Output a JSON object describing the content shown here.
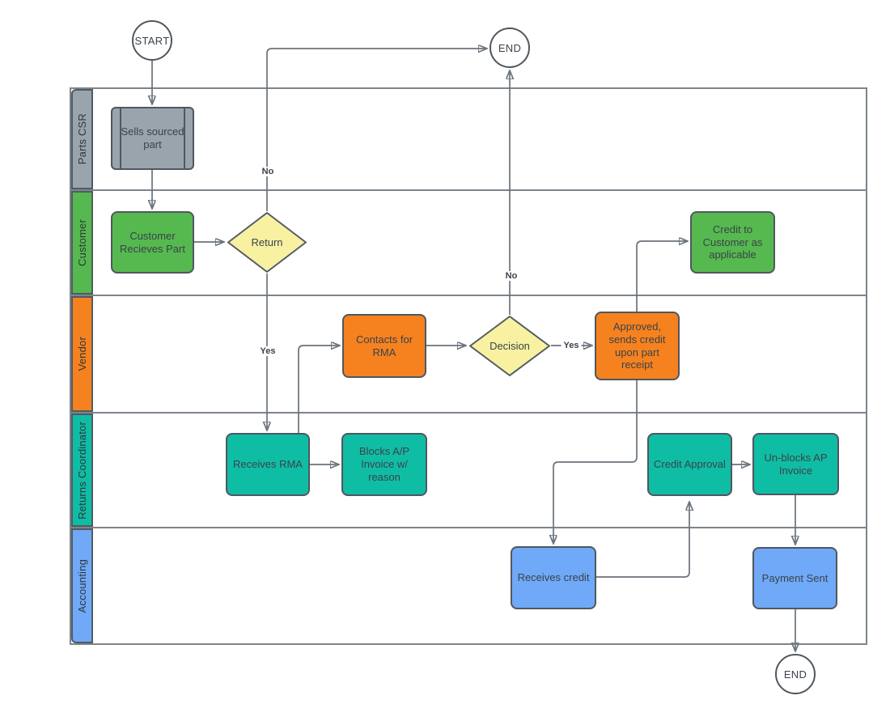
{
  "flowchart": {
    "terminators": {
      "start": "START",
      "end_top": "END",
      "end_bottom": "END"
    },
    "lanes": [
      {
        "label": "Parts CSR",
        "color": "#9aa4ad"
      },
      {
        "label": "Customer",
        "color": "#56b94f"
      },
      {
        "label": "Vendor",
        "color": "#f6821f"
      },
      {
        "label": "Returns Coordinator",
        "color": "#0fbda4"
      },
      {
        "label": "Accounting",
        "color": "#6fa9f7"
      }
    ],
    "nodes": {
      "sells_sourced_part": {
        "label": "Sells sourced part",
        "lane": "Parts CSR",
        "shape": "predefined-process",
        "color": "#9aa4ad"
      },
      "customer_receives_part": {
        "label": "Customer Recieves Part",
        "lane": "Customer",
        "shape": "process",
        "color": "#56b94f"
      },
      "return_decision": {
        "label": "Return",
        "lane": "Customer",
        "shape": "decision",
        "color": "#f7f1a1"
      },
      "contacts_for_rma": {
        "label": "Contacts for RMA",
        "lane": "Vendor",
        "shape": "process",
        "color": "#f6821f"
      },
      "decision": {
        "label": "Decision",
        "lane": "Vendor",
        "shape": "decision",
        "color": "#f7f1a1"
      },
      "approved_sends_credit": {
        "label": "Approved, sends credit upon part receipt",
        "lane": "Vendor",
        "shape": "process",
        "color": "#f6821f"
      },
      "credit_to_customer": {
        "label": "Credit to Customer as applicable",
        "lane": "Customer",
        "shape": "process",
        "color": "#56b94f"
      },
      "receives_rma": {
        "label": "Receives RMA",
        "lane": "Returns Coordinator",
        "shape": "process",
        "color": "#0fbda4"
      },
      "blocks_ap_invoice": {
        "label": "Blocks A/P Invoice w/ reason",
        "lane": "Returns Coordinator",
        "shape": "process",
        "color": "#0fbda4"
      },
      "credit_approval": {
        "label": "Credit Approval",
        "lane": "Returns Coordinator",
        "shape": "process",
        "color": "#0fbda4"
      },
      "unblocks_ap_invoice": {
        "label": "Un-blocks AP Invoice",
        "lane": "Returns Coordinator",
        "shape": "process",
        "color": "#0fbda4"
      },
      "receives_credit": {
        "label": "Receives credit",
        "lane": "Accounting",
        "shape": "process",
        "color": "#6fa9f7"
      },
      "payment_sent": {
        "label": "Payment Sent",
        "lane": "Accounting",
        "shape": "process",
        "color": "#6fa9f7"
      }
    },
    "edge_labels": {
      "return_no": "No",
      "return_yes": "Yes",
      "decision_yes": "Yes",
      "decision_no": "No"
    }
  }
}
